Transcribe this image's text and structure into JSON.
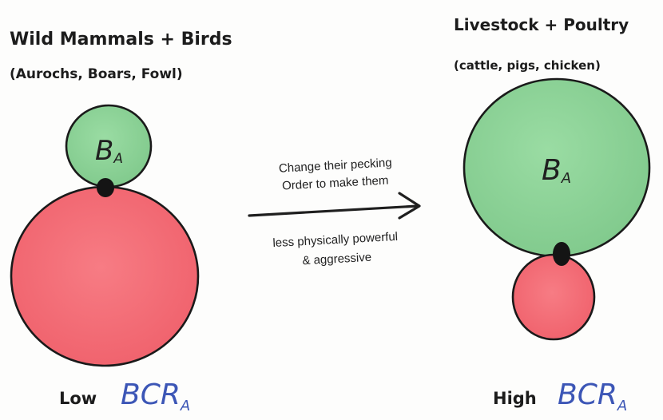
{
  "left": {
    "title_line1": "Wild Mammals + Birds",
    "title_line2": "(Aurochs, Boars, Fowl)",
    "small_circle_label": "B",
    "small_circle_sub": "A",
    "bottom_prefix": "Low",
    "bottom_measure": "BCR",
    "bottom_measure_sub": "A"
  },
  "right": {
    "title_line1": "Livestock + Poultry",
    "title_line2": "(cattle, pigs, chicken)",
    "large_circle_label": "B",
    "large_circle_sub": "A",
    "bottom_prefix": "High",
    "bottom_measure": "BCR",
    "bottom_measure_sub": "A"
  },
  "arrow": {
    "top_line1": "Change their pecking",
    "top_line2": "Order to make them",
    "bottom_line1": "less physically powerful",
    "bottom_line2": "& aggressive"
  },
  "colors": {
    "green": "#8fd49a",
    "red": "#f46e77",
    "outline": "#1a1a1a",
    "blue_text": "#3c56b6"
  }
}
